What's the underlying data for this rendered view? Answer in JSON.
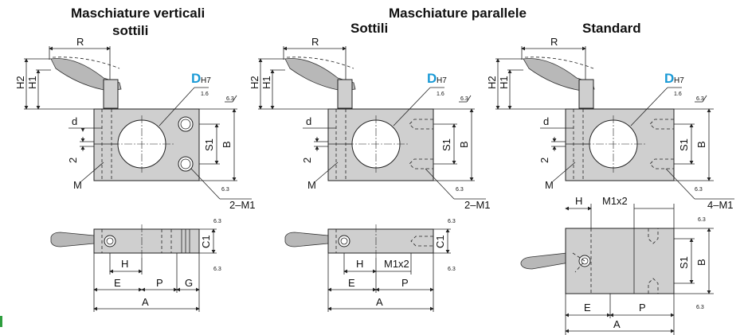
{
  "titles": {
    "left_line1": "Maschiature verticali",
    "left_line2": "sottili",
    "group": "Maschiature parallele",
    "middle": "Sottili",
    "right": "Standard"
  },
  "colors": {
    "dh7_accent": "#1a9ad6",
    "body_fill": "#cfcfcf",
    "green_mark": "#2e9e3e"
  },
  "labels": {
    "R": "R",
    "H2": "H2",
    "H1": "H1",
    "D": "D",
    "H7": "H7",
    "d": "d",
    "two": "2",
    "M": "M",
    "S1": "S1",
    "B": "B",
    "twoM1": "2–M1",
    "fourM1": "4–M1",
    "C1": "C1",
    "H": "H",
    "E": "E",
    "P": "P",
    "G": "G",
    "A": "A",
    "M1x2": "M1x2",
    "rough": "6.3",
    "rough_small": "1.6"
  }
}
